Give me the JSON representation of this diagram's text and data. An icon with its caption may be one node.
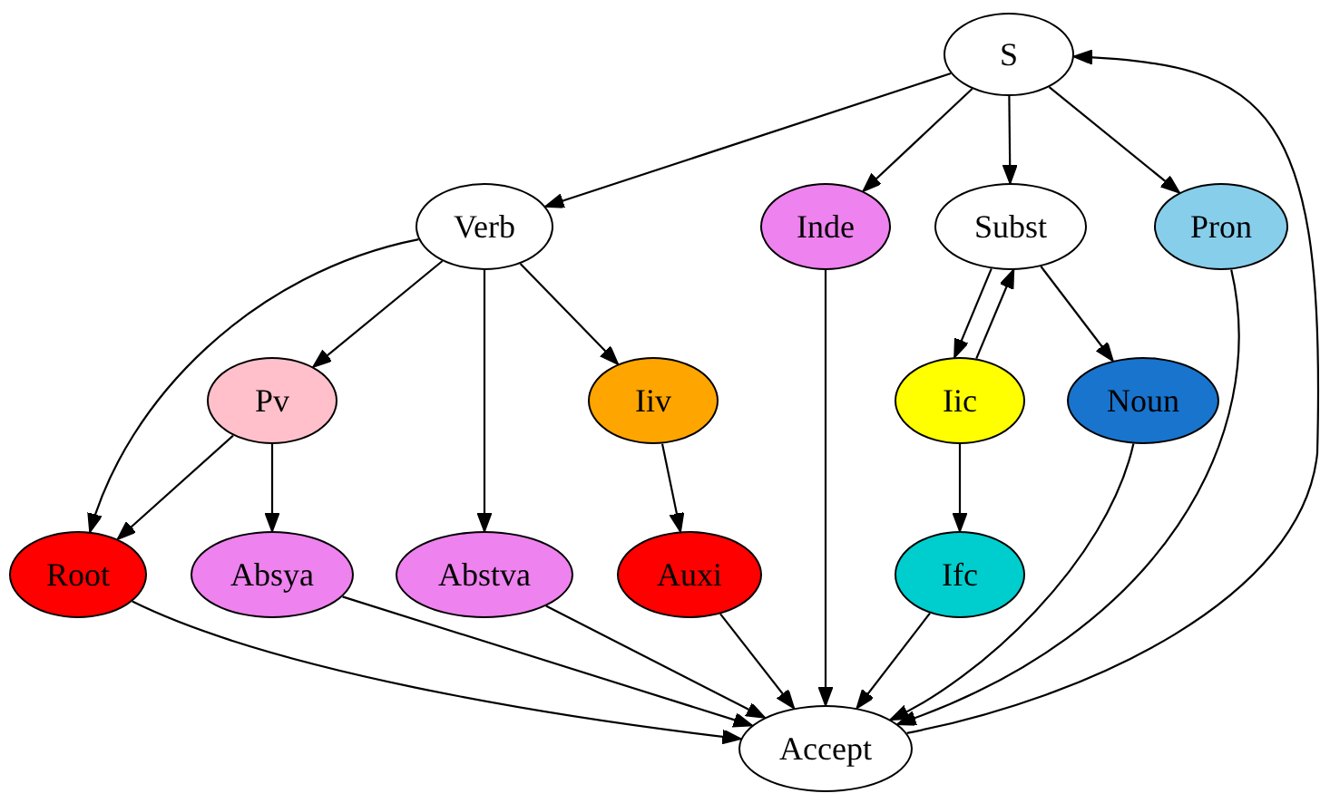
{
  "diagram": {
    "nodes": [
      {
        "text": [
          "S"
        ]
      },
      {
        "text": [
          "Verb"
        ]
      },
      {
        "text": [
          "Inde"
        ]
      },
      {
        "text": [
          "Subst"
        ]
      },
      {
        "text": [
          "Pron"
        ]
      },
      {
        "text": [
          "Pv"
        ]
      },
      {
        "text": [
          "Iiv"
        ]
      },
      {
        "text": [
          "Iic"
        ]
      },
      {
        "text": [
          "Noun"
        ]
      },
      {
        "text": [
          "Root"
        ]
      },
      {
        "text": [
          "Absya"
        ]
      },
      {
        "text": [
          "Abstva"
        ]
      },
      {
        "text": [
          "Auxi"
        ]
      },
      {
        "text": [
          "Ifc"
        ]
      },
      {
        "text": [
          "Accept"
        ]
      }
    ],
    "edges": [
      {
        "from": 0,
        "to": 1,
        "arrow": "to"
      },
      {
        "from": 0,
        "to": 2,
        "arrow": "to"
      },
      {
        "from": 0,
        "to": 3,
        "arrow": "to"
      },
      {
        "from": 0,
        "to": 4,
        "arrow": "to"
      },
      {
        "from": 1,
        "to": 9,
        "arrow": "to"
      },
      {
        "from": 1,
        "to": 5,
        "arrow": "to"
      },
      {
        "from": 1,
        "to": 11,
        "arrow": "to"
      },
      {
        "from": 1,
        "to": 6,
        "arrow": "to"
      },
      {
        "from": 3,
        "to": 7,
        "arrow": "to"
      },
      {
        "from": 7,
        "to": 3,
        "arrow": "to"
      },
      {
        "from": 3,
        "to": 8,
        "arrow": "to"
      },
      {
        "from": 4,
        "to": 14,
        "arrow": "to"
      },
      {
        "from": 5,
        "to": 9,
        "arrow": "to"
      },
      {
        "from": 5,
        "to": 10,
        "arrow": "to"
      },
      {
        "from": 6,
        "to": 12,
        "arrow": "to"
      },
      {
        "from": 7,
        "to": 13,
        "arrow": "to"
      },
      {
        "from": 8,
        "to": 14,
        "arrow": "to"
      },
      {
        "from": 9,
        "to": 14,
        "arrow": "to"
      },
      {
        "from": 10,
        "to": 14,
        "arrow": "to"
      },
      {
        "from": 11,
        "to": 14,
        "arrow": "to"
      },
      {
        "from": 12,
        "to": 14,
        "arrow": "to"
      },
      {
        "from": 13,
        "to": 14,
        "arrow": "to"
      },
      {
        "from": 2,
        "to": 14,
        "arrow": "to"
      },
      {
        "from": 14,
        "to": 0,
        "arrow": "to"
      }
    ]
  }
}
